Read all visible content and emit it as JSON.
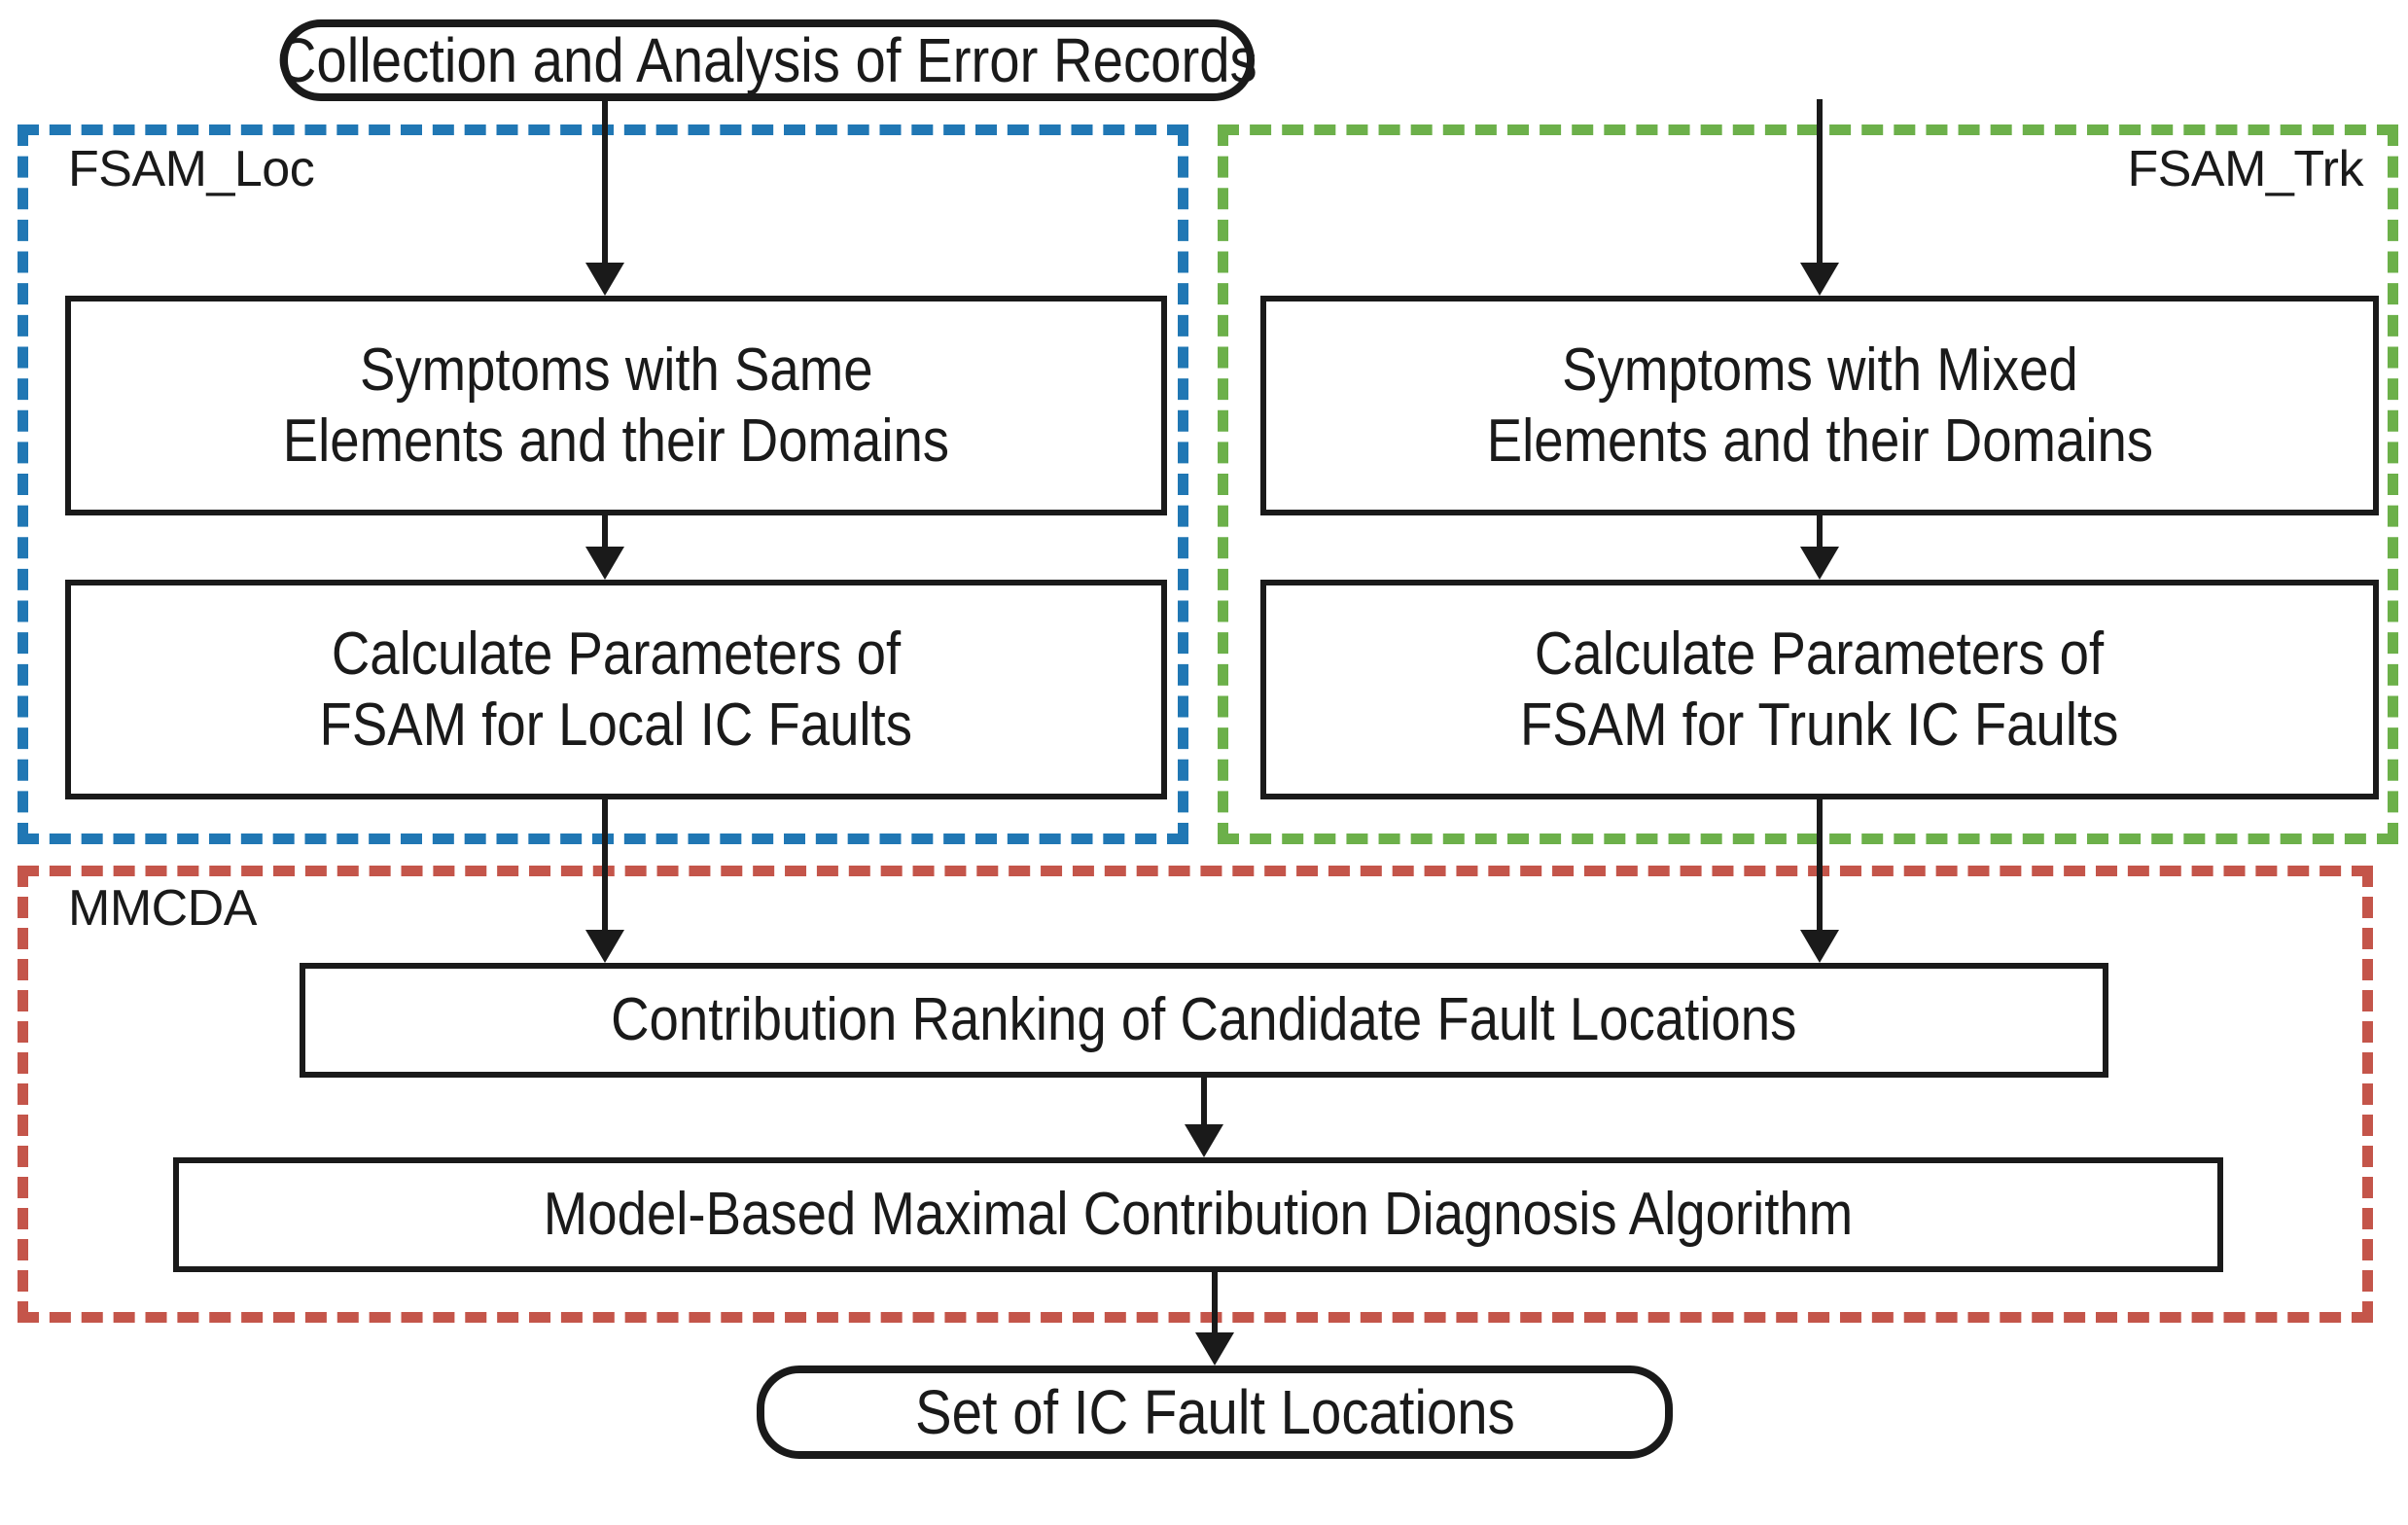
{
  "diagram": {
    "title": "Collection and Analysis of Error Records",
    "colors": {
      "group_loc_border": "#2077b4",
      "group_trk_border": "#6cb04a",
      "group_mmcda_border": "#c4554a",
      "node_border": "#1a1a1a",
      "text": "#1a1a1a",
      "background": "#ffffff"
    },
    "groups": {
      "loc": {
        "label": "FSAM_Loc"
      },
      "trk": {
        "label": "FSAM_Trk"
      },
      "mmcda": {
        "label": "MMCDA"
      }
    },
    "nodes": {
      "start": {
        "line1": "Collection and Analysis of Error Records"
      },
      "symptoms_loc": {
        "line1": "Symptoms with Same",
        "line2": "Elements and their Domains"
      },
      "calculate_loc": {
        "line1": "Calculate Parameters of",
        "line2": "FSAM for Local IC Faults"
      },
      "symptoms_trk": {
        "line1": "Symptoms with Mixed",
        "line2": "Elements and their Domains"
      },
      "calculate_trk": {
        "line1": "Calculate Parameters of",
        "line2": "FSAM for Trunk IC Faults"
      },
      "ranking": {
        "line1": "Contribution Ranking of Candidate Fault Locations"
      },
      "algorithm": {
        "line1": "Model-Based Maximal Contribution Diagnosis Algorithm"
      },
      "end": {
        "line1": "Set of IC Fault Locations"
      }
    }
  }
}
